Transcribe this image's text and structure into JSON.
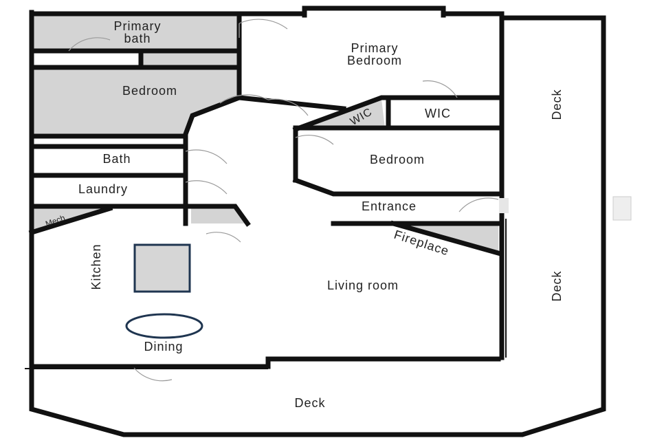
{
  "colors": {
    "wall": "#111111",
    "room_shading": "#d4d4d4",
    "background": "#ffffff",
    "door_swing": "#9a9a9a",
    "island_border": "#1f3550"
  },
  "rooms": {
    "primary_bath": [
      "Primary",
      "bath"
    ],
    "primary_bedroom": [
      "Primary",
      "Bedroom"
    ],
    "bedroom_west": "Bedroom",
    "bath": "Bath",
    "laundry": "Laundry",
    "mech": "Mech",
    "wic_diagonal": "WIC",
    "wic": "WIC",
    "bedroom_east": "Bedroom",
    "entrance": "Entrance",
    "fireplace": "Fireplace",
    "kitchen": "Kitchen",
    "living_room": "Living room",
    "dining": "Dining",
    "deck_south": "Deck",
    "deck_east_upper": "Deck",
    "deck_east_lower": "Deck"
  }
}
